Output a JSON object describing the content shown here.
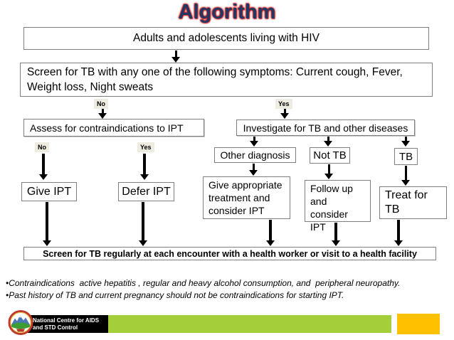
{
  "title": "Algorithm",
  "flow": {
    "adults_box": "Adults and adolescents living with HIV",
    "screen_box": "Screen for TB with any one of the following symptoms: Current cough, Fever,\nWeight loss, Night sweats",
    "screen_no": "No",
    "screen_yes": "Yes",
    "assess_box": "Assess for contraindications to IPT",
    "investigate_box": "Investigate for TB and other diseases",
    "assess_no": "No",
    "assess_yes": "Yes",
    "other_diagnosis_box": "Other diagnosis",
    "not_tb_box": "Not TB",
    "tb_box": "TB",
    "give_ipt_box": "Give IPT",
    "defer_ipt_box": "Defer IPT",
    "appropriate_treatment_box": "Give appropriate\ntreatment and\nconsider IPT",
    "follow_up_box": "Follow up\nand\nconsider IPT",
    "treat_for_tb_box": "Treat for\nTB",
    "screen_regularly_box": "Screen for TB regularly at each encounter with a health worker or visit to a health facility"
  },
  "footnotes": [
    "•Contraindications  active hepatitis , regular and heavy alcohol consumption, and  peripheral neuropathy.",
    "•Past history of TB and current pregnancy should not be contraindications for starting IPT."
  ],
  "footer": {
    "org_line1": "National Centre for AIDS",
    "org_line2": "and STD Control"
  },
  "colors": {
    "title_text": "#1F3864",
    "title_glow": "#CC0000",
    "branch_label_bg": "#EEECE1",
    "box_border": "#7F7F7F",
    "footer_green": "#A5CE3B",
    "footer_orange": "#FFC000",
    "emblem_ring_red": "#C0392B"
  }
}
